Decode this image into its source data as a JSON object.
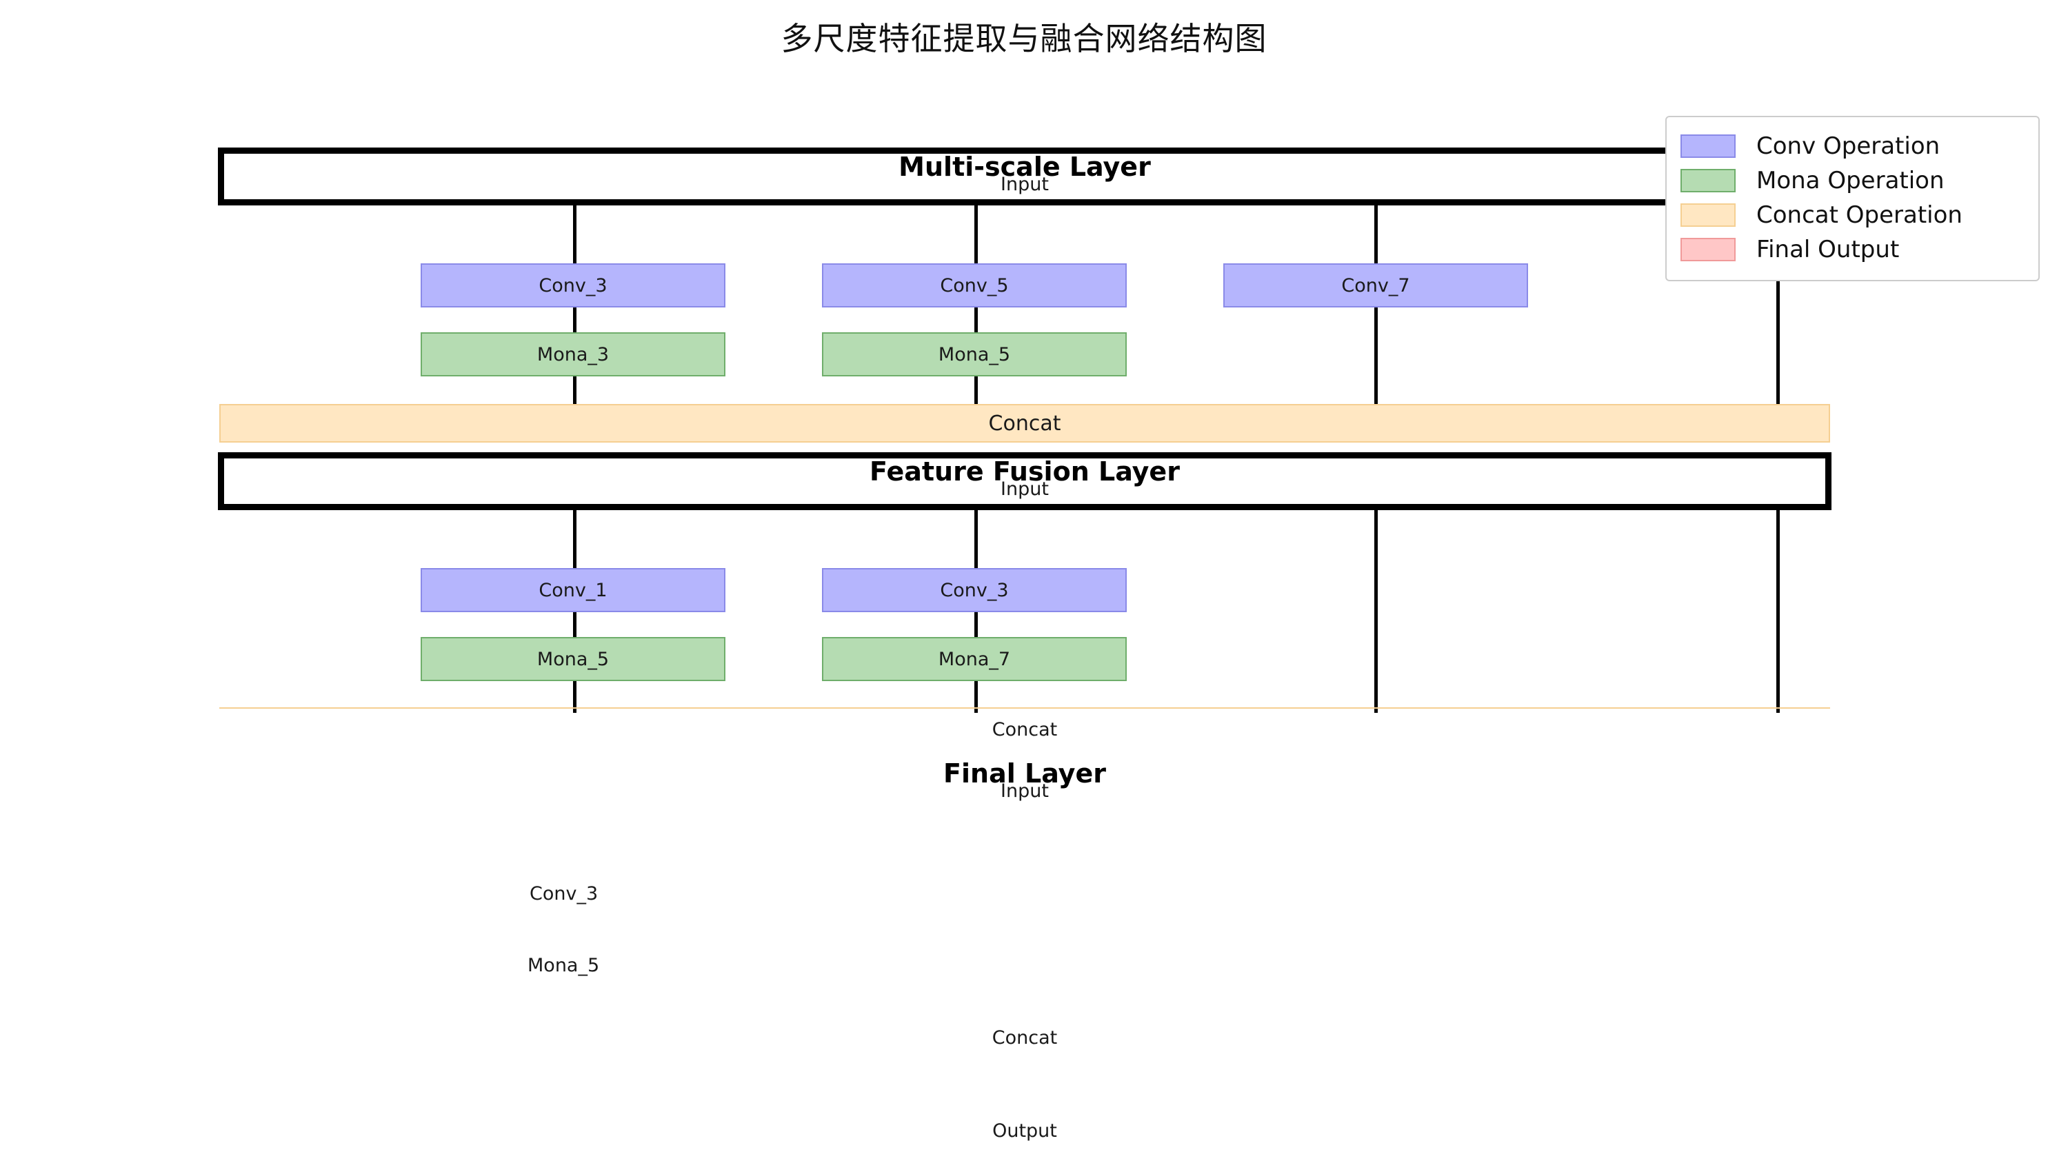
{
  "title": "多尺度特征提取与融合网络结构图",
  "legend": {
    "items": [
      {
        "label": "Conv Operation",
        "color": "#b5b5fd",
        "border": "#8a8ae8",
        "icon": "conv-swatch-icon"
      },
      {
        "label": "Mona Operation",
        "color": "#b5dcb2",
        "border": "#6fae6b",
        "icon": "mona-swatch-icon"
      },
      {
        "label": "Concat Operation",
        "color": "#ffe7c2",
        "border": "#f5cf92",
        "icon": "concat-swatch-icon"
      },
      {
        "label": "Final Output",
        "color": "#ffc7c7",
        "border": "#f09a9a",
        "icon": "output-swatch-icon"
      }
    ]
  },
  "layers": [
    {
      "id": "multi-scale-layer",
      "title": "Multi-scale Layer",
      "input_label": "Input",
      "conv_ops": [
        "Conv_3",
        "Conv_5",
        "Conv_7"
      ],
      "mona_ops": [
        "Mona_3",
        "Mona_5"
      ],
      "concat_label": "Concat"
    },
    {
      "id": "feature-fusion-layer",
      "title": "Feature Fusion Layer",
      "input_label": "Input",
      "conv_ops": [
        "Conv_1",
        "Conv_3"
      ],
      "mona_ops": [
        "Mona_5",
        "Mona_7"
      ],
      "concat_label": "Concat"
    },
    {
      "id": "final-layer",
      "title": "Final Layer",
      "input_label": "Input",
      "conv_ops": [
        "Conv_3"
      ],
      "mona_ops": [
        "Mona_5"
      ],
      "concat_label": "Concat"
    }
  ],
  "final_output_label": "Output",
  "colors": {
    "conv": "#b5b5fd",
    "mona": "#b5dcb2",
    "concat": "#ffe7c2",
    "output": "#ffc7c7",
    "line": "#000000",
    "text": "#1a1a1a"
  }
}
